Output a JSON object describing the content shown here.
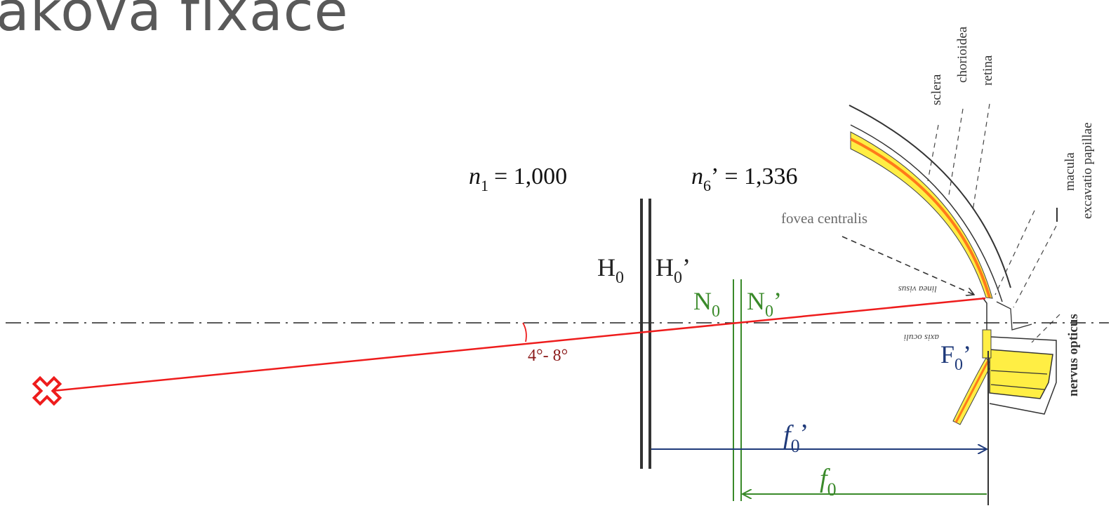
{
  "title": "akova fixace",
  "colors": {
    "ray": "#ee1c1c",
    "nodal": "#3a8a2a",
    "focal": "#1f3a7a",
    "angle": "#8b1a1a",
    "plane": "#333333",
    "sclera": "#333333",
    "choroid": "#ff8c1a",
    "retina": "#ffee44"
  },
  "media": {
    "n1": {
      "sym": "n",
      "sub": "1",
      "value": "= 1,000"
    },
    "n6": {
      "sym": "n",
      "sub": "6",
      "prime": "’",
      "value": "= 1,336"
    }
  },
  "planes": {
    "H": {
      "main": "H",
      "sub": "0"
    },
    "H_prime": {
      "main": "H",
      "sub": "0",
      "prime": "’"
    },
    "N": {
      "main": "N",
      "sub": "0"
    },
    "N_prime": {
      "main": "N",
      "sub": "0",
      "prime": "’"
    },
    "F_prime": {
      "main": "F",
      "sub": "0",
      "prime": "’"
    }
  },
  "focal": {
    "f_prime": {
      "main": "f",
      "sub": "0",
      "prime": "’"
    },
    "f": {
      "main": "f",
      "sub": "0"
    }
  },
  "angle_label": "4°- 8°",
  "fixation_mark_icon": "cross-mark-icon",
  "anatomy": {
    "sclera": "sclera",
    "chorioidea": "chorioidea",
    "retina": "retina",
    "macula": "macula",
    "excavatio": "excavatio papillae",
    "nervus": "nervus opticus",
    "fovea": "fovea centralis",
    "linea_visus": "linea visus",
    "axis_oculi": "axis oculi"
  }
}
